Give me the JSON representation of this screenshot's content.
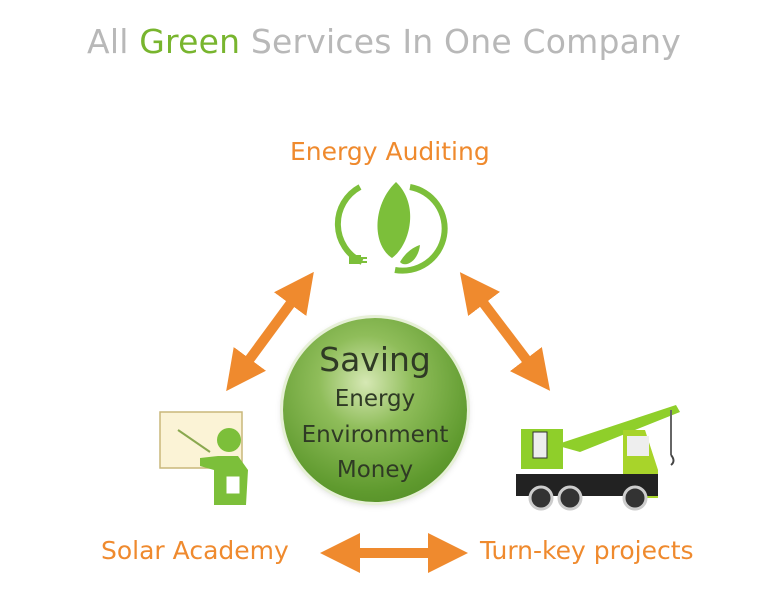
{
  "title": {
    "prefix": "All ",
    "highlight": "Green",
    "suffix": " Services In One Company"
  },
  "nodes": {
    "top": "Energy Auditing",
    "left": "Solar Academy",
    "right": "Turn-key projects"
  },
  "center": {
    "heading": "Saving",
    "items": [
      "Energy",
      "Environment",
      "Money"
    ]
  },
  "colors": {
    "orange": "#ef8a2e",
    "green": "#78b52e",
    "gray": "#b8b8b8"
  }
}
